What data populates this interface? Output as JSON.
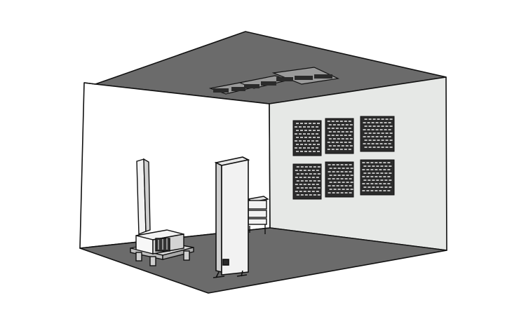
{
  "scene": {
    "kind": "room-acoustics-illustration",
    "palette": {
      "outline": "#111111",
      "ceiling": "#6b6b6b",
      "floor": "#6b6b6b",
      "left_wall": "#ffffff",
      "right_wall": "#e6e8e6",
      "panel_dark": "#2b2b2b",
      "panel_light": "#bdbdbd",
      "object_light": "#f2f2f2",
      "object_mid": "#cfcfcf"
    },
    "elements": {
      "ceiling_clouds": 3,
      "wall_panel_rows": 2,
      "wall_panel_cols": 3,
      "standing_panels": 2,
      "equipment_racks": 2
    }
  }
}
